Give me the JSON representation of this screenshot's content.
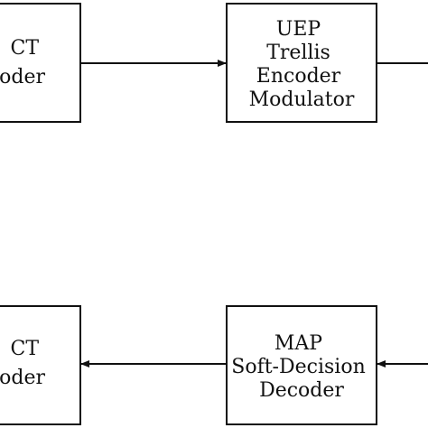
{
  "blocks": {
    "dct_encoder": {
      "lines": [
        "CT",
        "oder"
      ]
    },
    "uep_trellis": {
      "lines": [
        "UEP",
        "Trellis",
        "Encoder",
        "Modulator"
      ]
    },
    "dct_decoder": {
      "lines": [
        "CT",
        "oder"
      ]
    },
    "map_decoder": {
      "lines": [
        "MAP",
        "Soft-Decision",
        "Decoder"
      ]
    }
  },
  "colors": {
    "stroke": "#111111",
    "background": "#ffffff"
  }
}
